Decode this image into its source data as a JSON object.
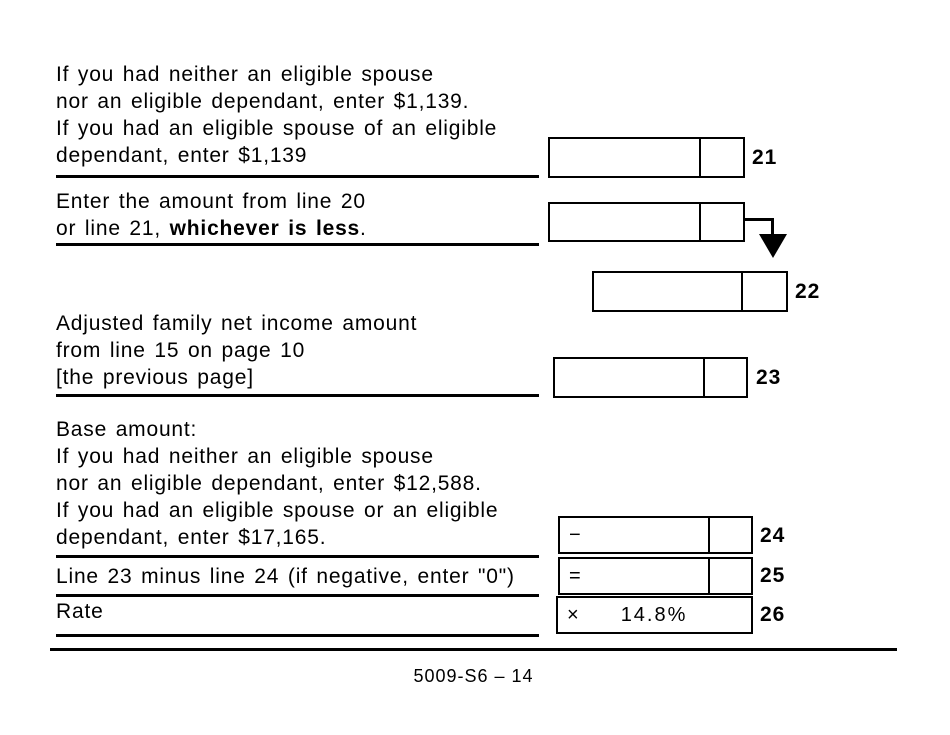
{
  "document": {
    "footer": {
      "code": "5009-S6 – 14"
    }
  },
  "colors": {
    "ink": "#000000",
    "paper": "#ffffff"
  },
  "instructions": {
    "block1": {
      "line1": "If you had neither an eligible spouse",
      "line2": "nor an eligible dependant, enter $1,139.",
      "line3": "If you had an eligible spouse of an eligible",
      "line4": "dependant, enter $1,139"
    },
    "block2": {
      "line1": "Enter the amount from line 20",
      "line2_prefix": "or line 21, ",
      "line2_bold": "whichever is less",
      "line2_suffix": "."
    },
    "block3": {
      "line1": "Adjusted family net income amount",
      "line2": "from line 15 on page 10",
      "line3": "[the previous page]"
    },
    "block4": {
      "line1": "Base amount:",
      "line2": "If you had neither an eligible spouse",
      "line3": "nor an eligible dependant, enter $12,588.",
      "line4": "If you had an eligible spouse or an eligible",
      "line5": "dependant, enter $17,165."
    },
    "block5": {
      "line1": "Line 23 minus line 24 (if negative, enter \"0\")"
    },
    "block6": {
      "line1": "Rate"
    }
  },
  "fields": {
    "line21": {
      "number": "21"
    },
    "line22": {
      "number": "22"
    },
    "line23": {
      "number": "23"
    },
    "line24": {
      "number": "24",
      "operator": "−"
    },
    "line25": {
      "number": "25",
      "operator": "="
    },
    "line26": {
      "number": "26",
      "operator": "×",
      "rate": "14.8%"
    }
  }
}
